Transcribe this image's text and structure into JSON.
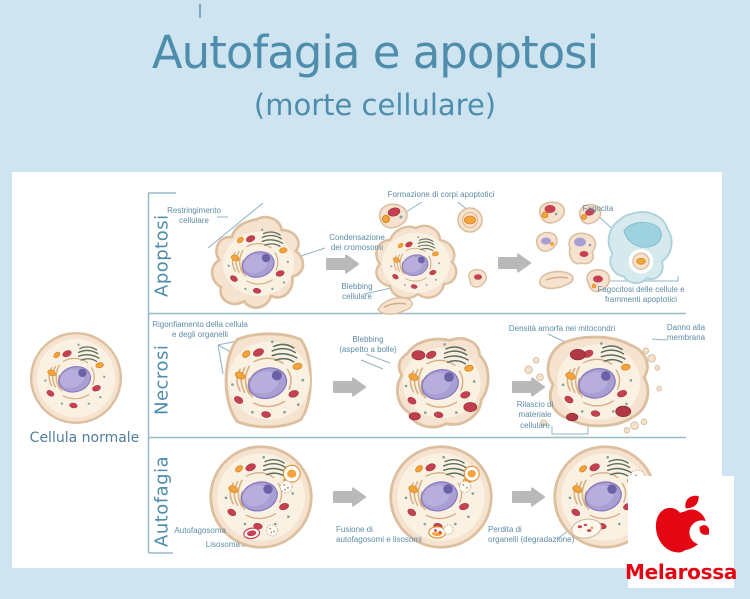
{
  "title": "Autofagia e apoptosi",
  "subtitle": "(morte cellulare)",
  "normal_cell": {
    "label": "Cellula normale"
  },
  "rows": {
    "apoptosi": {
      "label": "Apoptosi",
      "restringimento": "Restringimento\ncellulare",
      "condensazione": "Condensazione\ndei cromosomi",
      "blebbing": "Blebbing\ncellulare",
      "formazione": "Formazione di corpi apoptotici",
      "fagocita": "Fagocita",
      "fagocitosi": "Fagocitosi delle cellule e\nframmenti apoptotici"
    },
    "necrosi": {
      "label": "Necrosi",
      "rigonfiamento": "Rigonfiamento della cellula\ne degli organelli",
      "blebbing_bolle": "Blebbing\n(aspetto a bolle)",
      "densita": "Densità amorfa nei mitocondri",
      "danno": "Danno alla\nmembrana",
      "rilascio": "Rilascio di\nmateriale\ncellulare"
    },
    "autofagia": {
      "label": "Autofagia",
      "autofagosoma": "Autofagosoma",
      "lisosoma": "Lisosoma",
      "fusione": "Fusione di\nautofagosomi e lisosomi",
      "perdita": "Perdita di\norganelli (degradazione)"
    }
  },
  "brand": {
    "name": "Melarossa"
  },
  "colors": {
    "accent_blue": "#4e8dac",
    "background": "#cfe4f1",
    "panel": "#ffffff",
    "annotation_text": "#5e8ca6",
    "line": "#8fb3c4",
    "arrow_gray": "#b9b9b9",
    "brand_red": "#e30613",
    "cell_body": "#f5e3cf",
    "cell_border": "#dcbf9f",
    "nucleus": "#a99fd3",
    "phagocyte_blue": "#d6eaee"
  }
}
